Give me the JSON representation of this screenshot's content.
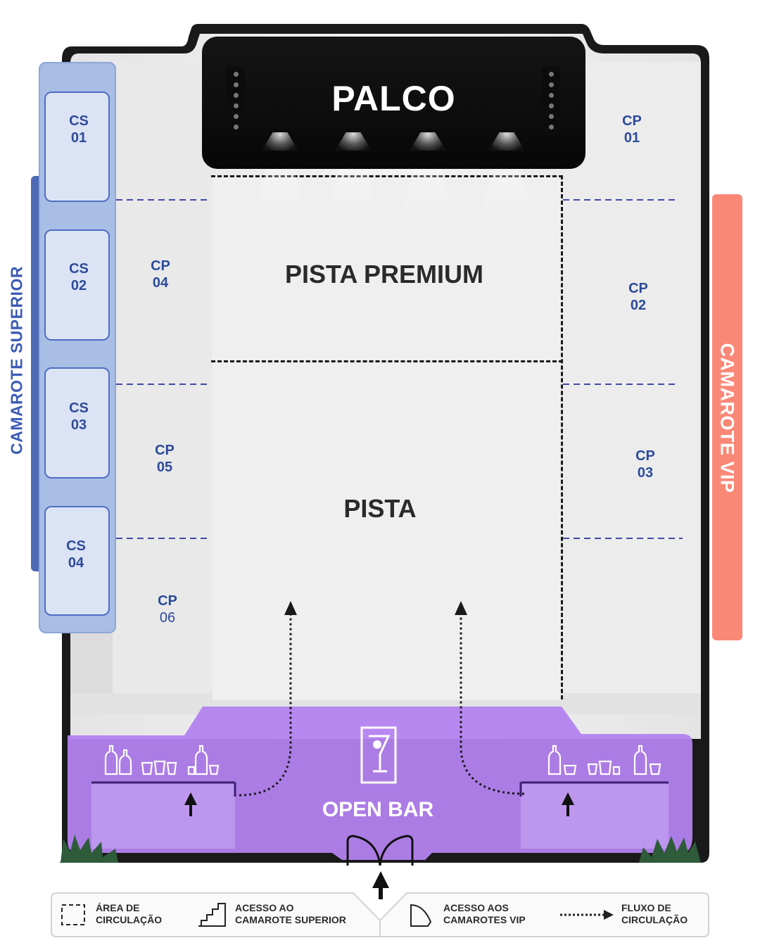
{
  "stage": {
    "label": "PALCO"
  },
  "zones": {
    "pista_premium": "PISTA PREMIUM",
    "pista": "PISTA",
    "open_bar": "OPEN BAR"
  },
  "camarote_superior": {
    "label": "CAMAROTE SUPERIOR",
    "color": "#4e69b5",
    "boxes": [
      {
        "line1": "CS",
        "line2": "01"
      },
      {
        "line1": "CS",
        "line2": "02"
      },
      {
        "line1": "CS",
        "line2": "03"
      },
      {
        "line1": "CS",
        "line2": "04"
      }
    ]
  },
  "camarote_vip": {
    "label": "CAMAROTE VIP",
    "color": "#fa8877"
  },
  "camarotes_pista": [
    {
      "line1": "CP",
      "line2": "01"
    },
    {
      "line1": "CP",
      "line2": "02"
    },
    {
      "line1": "CP",
      "line2": "03"
    },
    {
      "line1": "CP",
      "line2": "04"
    },
    {
      "line1": "CP",
      "line2": "05"
    },
    {
      "line1": "CP",
      "line2": "06"
    }
  ],
  "open_bar_color": "#b482f0",
  "legend": [
    {
      "icon": "dashed-square-icon",
      "line1": "ÁREA DE",
      "line2": "CIRCULAÇÃO"
    },
    {
      "icon": "stairs-icon",
      "line1": "ACESSO AO",
      "line2": "CAMAROTE SUPERIOR"
    },
    {
      "icon": "vip-door-icon",
      "line1": "ACESSO AOS",
      "line2": "CAMAROTES VIP"
    },
    {
      "icon": "dotted-arrow-icon",
      "line1": "FLUXO DE",
      "line2": "CIRCULAÇÃO"
    }
  ]
}
